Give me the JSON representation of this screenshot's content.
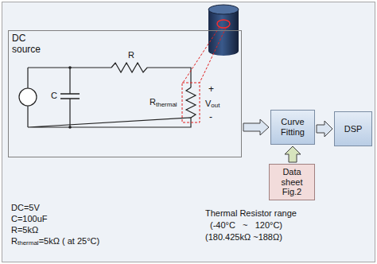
{
  "diagram": {
    "nodes": [
      {
        "text": [
          "DC source"
        ]
      },
      {
        "text": [
          "Curve Fitting"
        ]
      },
      {
        "text": [
          "DSP"
        ]
      },
      {
        "text": [
          "Data sheet Fig.2"
        ]
      }
    ],
    "edges": [
      {
        "from": 0,
        "to": 1,
        "arrow": "to"
      },
      {
        "from": 1,
        "to": 2,
        "arrow": "to"
      },
      {
        "from": 3,
        "to": 1,
        "arrow": "to"
      }
    ],
    "labels": [
      "C",
      "R",
      "R",
      "thermal",
      "+",
      "V",
      "out",
      "-",
      "DC=5V",
      "C=100uF",
      "R=5kΩ",
      "R",
      "thermal",
      "=5kΩ ( at 25°C)",
      "Thermal Resistor range",
      "(-40°C   ~   120°C)",
      "(180.425kΩ ~188Ω)"
    ]
  }
}
